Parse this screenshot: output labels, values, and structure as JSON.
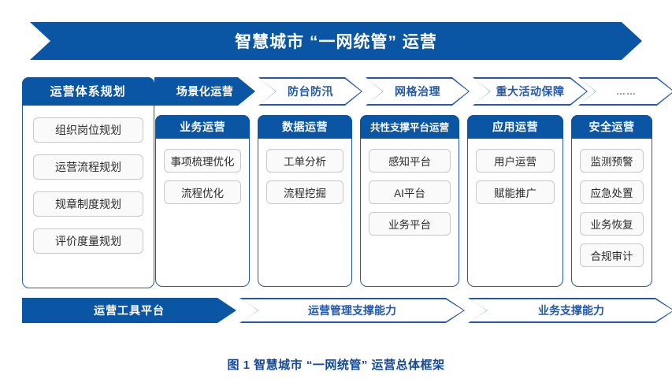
{
  "figure": {
    "title": "智慧城市 “一网统管” 运营",
    "caption": "图 1 智慧城市 “一网统管” 运营总体框架"
  },
  "colors": {
    "brand_blue": "#0a55a4",
    "outline_blue": "#2459a8",
    "caption_blue": "#13499a",
    "pill_border": "#c6c8cb",
    "pill_bg": "#fafafa"
  },
  "left_panel": {
    "header": "运营体系规划",
    "items": [
      "组织岗位规划",
      "运营流程规划",
      "规章制度规划",
      "评价度量规划"
    ]
  },
  "scenario_row": {
    "lead": "场景化运营",
    "chevrons": [
      "防台防汛",
      "网格治理",
      "重大活动保障",
      "……"
    ]
  },
  "cards": [
    {
      "header": "业务运营",
      "items": [
        "事项梳理优化",
        "流程优化"
      ]
    },
    {
      "header": "数据运营",
      "items": [
        "工单分析",
        "流程挖掘"
      ]
    },
    {
      "header": "共性支撑平台运营",
      "items": [
        "感知平台",
        "AI平台",
        "业务平台"
      ]
    },
    {
      "header": "应用运营",
      "items": [
        "用户运营",
        "赋能推广"
      ]
    },
    {
      "header": "安全运营",
      "items": [
        "监测预警",
        "应急处置",
        "业务恢复",
        "合规审计"
      ]
    }
  ],
  "bottom_row": {
    "lead": "运营工具平台",
    "chevrons": [
      "运营管理支撑能力",
      "业务支撑能力"
    ]
  }
}
